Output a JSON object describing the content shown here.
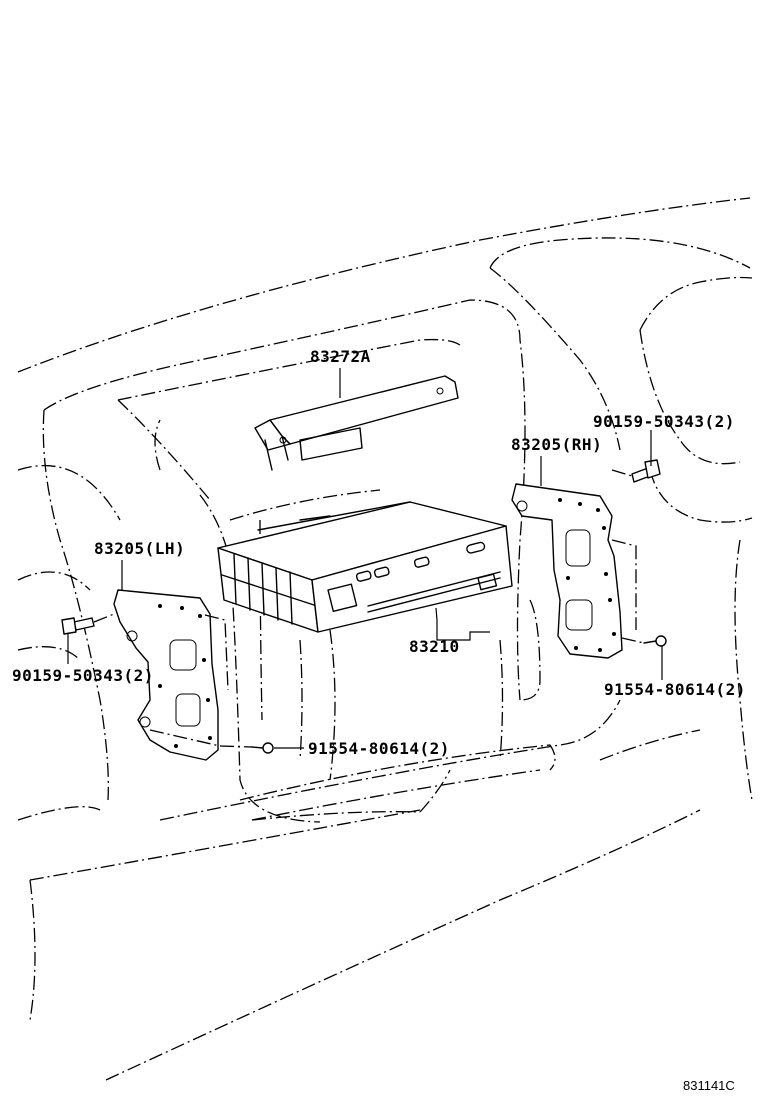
{
  "diagram": {
    "parts": [
      {
        "id": "p83272a",
        "label": "83272A"
      },
      {
        "id": "p83205rh",
        "label": "83205(RH)"
      },
      {
        "id": "p83205lh",
        "label": "83205(LH)"
      },
      {
        "id": "p83210",
        "label": "83210"
      },
      {
        "id": "p90159r",
        "label": "90159-50343(2)"
      },
      {
        "id": "p90159l",
        "label": "90159-50343(2)"
      },
      {
        "id": "p91554r",
        "label": "91554-80614(2)"
      },
      {
        "id": "p91554b",
        "label": "91554-80614(2)"
      }
    ],
    "figure_number": "831141C"
  }
}
